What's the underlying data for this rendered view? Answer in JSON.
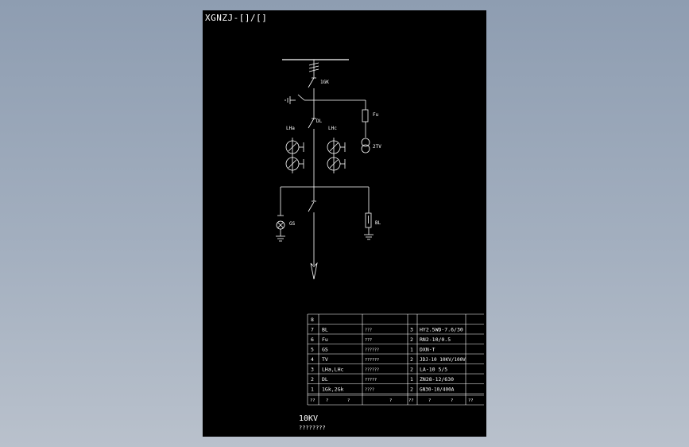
{
  "drawing": {
    "title": "XGNZJ-[]/[]",
    "voltage_label": "10KV",
    "footer_note": "????????"
  },
  "schematic_labels": {
    "gk1": "1GK",
    "fu": "Fu",
    "dl": "DL",
    "lha": "LHa",
    "lhc": "LHc",
    "tv2": "2TV",
    "gs": "GS",
    "bl": "BL"
  },
  "parts_table": {
    "rows": [
      {
        "no": "8",
        "name": "",
        "desc": "",
        "qty": "",
        "model": ""
      },
      {
        "no": "7",
        "name": "BL",
        "desc": "???",
        "qty": "3",
        "model": "HY2.5WD-7.6/30"
      },
      {
        "no": "6",
        "name": "Fu",
        "desc": "???",
        "qty": "2",
        "model": "RN2-10/0.5"
      },
      {
        "no": "5",
        "name": "GS",
        "desc": "??????",
        "qty": "1",
        "model": "DXN-T"
      },
      {
        "no": "4",
        "name": "TV",
        "desc": "??????",
        "qty": "2",
        "model": "JDJ-10  10KV/100V"
      },
      {
        "no": "3",
        "name": "LHa,LHc",
        "desc": "??????",
        "qty": "2",
        "model": "LA-10  5/5"
      },
      {
        "no": "2",
        "name": "DL",
        "desc": "?????",
        "qty": "1",
        "model": "ZN28-12/630"
      },
      {
        "no": "1",
        "name": "1Gk,2Gk",
        "desc": "????",
        "qty": "2",
        "model": "GN30-10/400A"
      }
    ],
    "header": {
      "no": "??",
      "name": "?",
      "desc": "?",
      "desc2": "?",
      "qty": "??",
      "model": "?",
      "model2": "?",
      "remark": "??"
    }
  }
}
